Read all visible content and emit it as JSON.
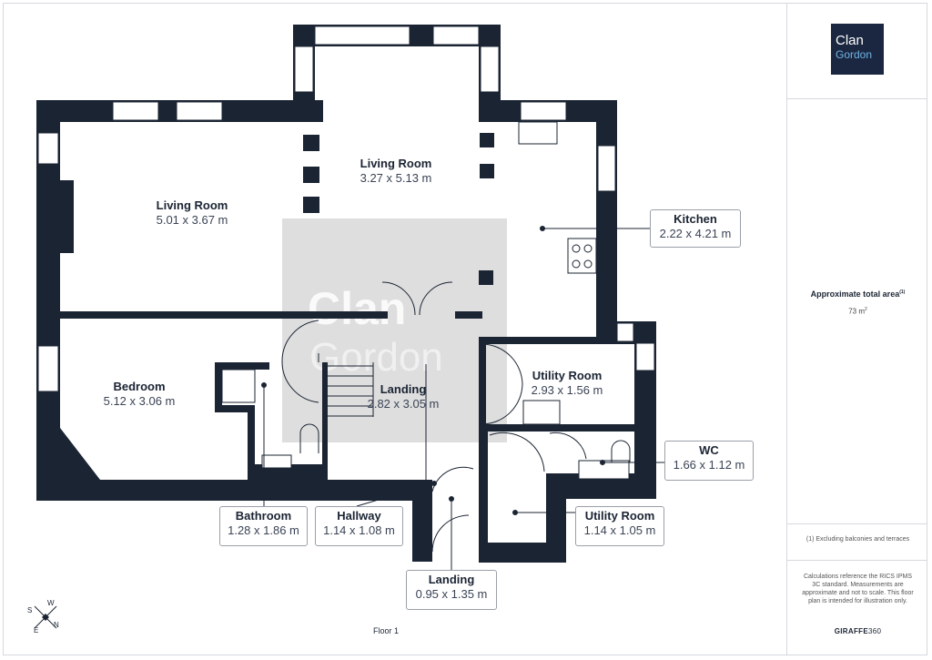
{
  "brand": {
    "logo_line1": "Clan",
    "logo_line2": "Gordon",
    "watermark_line1": "Clan",
    "watermark_line2": "Gordon",
    "accent_color": "#1b2740",
    "secondary_color": "#6fb3e6"
  },
  "sidebar": {
    "area_label": "Approximate total area",
    "area_label_note": "(1)",
    "area_value": "73 m",
    "area_unit_sup": "2",
    "footnote": "(1) Excluding balconies and terraces",
    "disclaimer": "Calculations reference the RICS IPMS 3C standard. Measurements are approximate and not to scale. This floor plan is intended for illustration only.",
    "brand_bold": "GIRAFFE",
    "brand_thin": "360"
  },
  "plan": {
    "floor_label": "Floor 1",
    "compass": {
      "s": "S",
      "w": "W",
      "e": "E",
      "n": "N"
    },
    "rooms": [
      {
        "id": "living-room-left",
        "name": "Living Room",
        "dims": "5.01 x 3.67 m"
      },
      {
        "id": "living-room-top",
        "name": "Living Room",
        "dims": "3.27 x 5.13 m"
      },
      {
        "id": "bedroom",
        "name": "Bedroom",
        "dims": "5.12 x 3.06 m"
      },
      {
        "id": "landing-main",
        "name": "Landing",
        "dims": "2.82 x 3.05 m"
      },
      {
        "id": "utility-room-main",
        "name": "Utility Room",
        "dims": "2.93 x 1.56 m"
      }
    ],
    "callouts": [
      {
        "id": "kitchen",
        "name": "Kitchen",
        "dims": "2.22 x 4.21 m"
      },
      {
        "id": "wc",
        "name": "WC",
        "dims": "1.66 x 1.12 m"
      },
      {
        "id": "bathroom",
        "name": "Bathroom",
        "dims": "1.28 x 1.86 m"
      },
      {
        "id": "hallway",
        "name": "Hallway",
        "dims": "1.14 x 1.08 m"
      },
      {
        "id": "utility-room-small",
        "name": "Utility Room",
        "dims": "1.14 x 1.05 m"
      },
      {
        "id": "landing-small",
        "name": "Landing",
        "dims": "0.95 x 1.35 m"
      }
    ]
  }
}
